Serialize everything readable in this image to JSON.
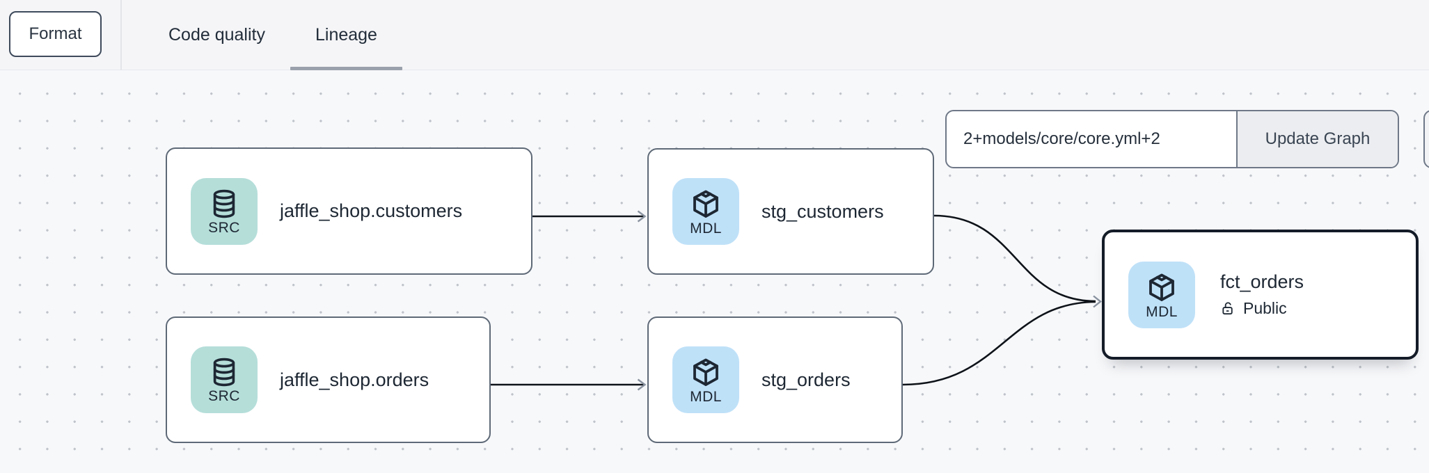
{
  "header": {
    "format_button": "Format",
    "tabs": [
      {
        "label": "Code quality",
        "active": false
      },
      {
        "label": "Lineage",
        "active": true
      }
    ]
  },
  "graph_controls": {
    "selector_value": "2+models/core/core.yml+2",
    "update_button": "Update Graph"
  },
  "lineage": {
    "nodes": [
      {
        "label": "jaffle_shop.customers",
        "type": "SRC",
        "icon": "database"
      },
      {
        "label": "stg_customers",
        "type": "MDL",
        "icon": "cube"
      },
      {
        "label": "jaffle_shop.orders",
        "type": "SRC",
        "icon": "database"
      },
      {
        "label": "stg_orders",
        "type": "MDL",
        "icon": "cube"
      },
      {
        "label": "fct_orders",
        "type": "MDL",
        "icon": "cube",
        "access": "Public",
        "selected": true
      }
    ],
    "edges": [
      {
        "from": "jaffle_shop.customers",
        "to": "stg_customers"
      },
      {
        "from": "jaffle_shop.orders",
        "to": "stg_orders"
      },
      {
        "from": "stg_customers",
        "to": "fct_orders"
      },
      {
        "from": "stg_orders",
        "to": "fct_orders"
      }
    ]
  },
  "colors": {
    "source_badge_bg": "#b5ded9",
    "model_badge_bg": "#bfe1f8",
    "node_border": "#5e6977",
    "selected_node_border": "#141c28",
    "edge_stroke": "#0e1319",
    "arrowhead": "#8a93a0",
    "active_tab_underline": "#9aa1ac",
    "canvas_bg": "#f7f8fa",
    "header_bg": "#f5f5f7"
  }
}
